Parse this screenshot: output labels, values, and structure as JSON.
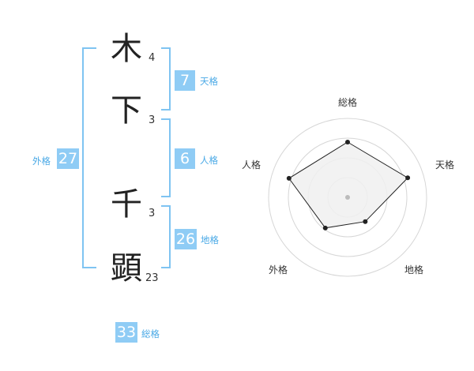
{
  "name": {
    "chars": [
      {
        "char": "木",
        "strokes": "4"
      },
      {
        "char": "下",
        "strokes": "3"
      },
      {
        "char": "千",
        "strokes": "3"
      },
      {
        "char": "顕",
        "strokes": "23"
      }
    ]
  },
  "kaku": {
    "tenkaku": {
      "value": "7",
      "label": "天格"
    },
    "jinkaku": {
      "value": "6",
      "label": "人格"
    },
    "chikaku": {
      "value": "26",
      "label": "地格"
    },
    "gaikaku": {
      "value": "27",
      "label": "外格"
    },
    "soukaku": {
      "value": "33",
      "label": "総格"
    }
  },
  "radar": {
    "axes": [
      "総格",
      "天格",
      "地格",
      "外格",
      "人格"
    ],
    "levels": 4,
    "values": [
      0.7,
      0.8,
      0.38,
      0.48,
      0.78
    ],
    "colors": {
      "fill": "#f0f0f0",
      "stroke": "#222222",
      "rings": "#d6d6d6",
      "center": "#bbbbbb"
    }
  }
}
